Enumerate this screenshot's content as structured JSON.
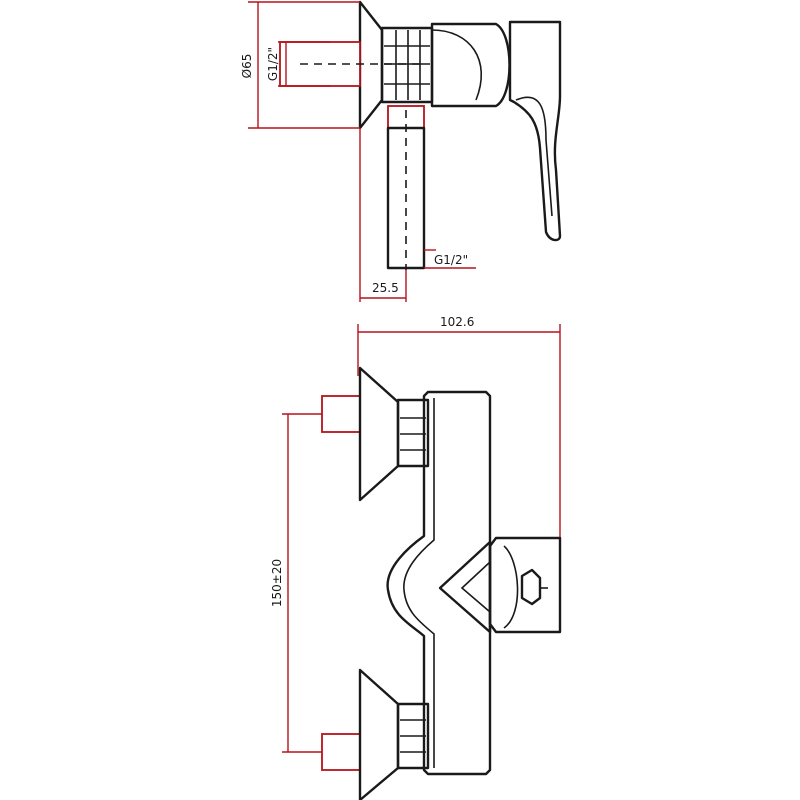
{
  "side_view": {
    "dim_diameter": "Ø65",
    "dim_thread_top": "G1/2\"",
    "dim_thread_bottom": "G1/2\"",
    "dim_offset": "25.5"
  },
  "front_view": {
    "dim_width": "102.6",
    "dim_spacing": "150±20"
  },
  "colors": {
    "outline": "#1a1a1a",
    "dimension": "#b5121b"
  }
}
